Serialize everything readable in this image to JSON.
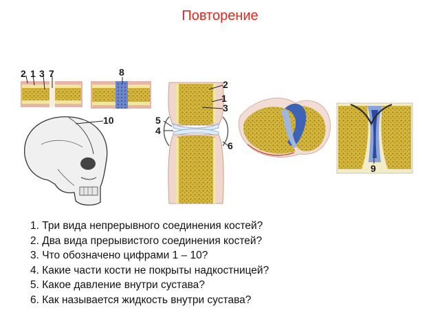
{
  "title": "Повторение",
  "labels": {
    "n1": "1",
    "n2": "2",
    "n3": "3",
    "n4": "4",
    "n5": "5",
    "n6": "6",
    "n7": "7",
    "n8": "8",
    "n9": "9",
    "n10": "10"
  },
  "questions": [
    "1. Три вида непрерывного соединения костей?",
    "2. Два вида прерывистого соединения костей?",
    "3. Что обозначено цифрами 1 – 10?",
    "4. Какие части кости не покрыты надкостницей?",
    "5. Какое давление внутри сустава?",
    "6. Как называется жидкость внутри сустава?"
  ],
  "colors": {
    "title": "#e8241c",
    "bone": "#d9c24a",
    "bone_spongy": "#b89a2c",
    "periosteum": "#e8b8a8",
    "cartilage": "#e6f0f6",
    "blue_tissue": "#5b7fc8",
    "joint_space": "#3b5fb5"
  }
}
